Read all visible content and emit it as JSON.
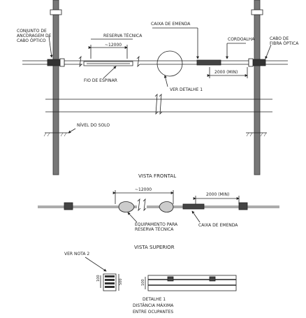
{
  "front_view": {
    "conjunto_l1": "CONJUNTO DE",
    "conjunto_l2": "ANCORAGEM DE",
    "conjunto_l3": "CABO ÓPTICO",
    "reserva_tecnica": "RESERVA TÉCNICA",
    "dim_12000": "~12000",
    "caixa_emenda": "CAIXA DE EMENDA",
    "cordoalha": "CORDOALHA",
    "cabo_fibra_l1": "CABO DE",
    "cabo_fibra_l2": "FIBRA ÓPTICA",
    "dim_2000": "2000 (MIN)",
    "fio_espinar": "FIO DE ESPINAR",
    "ver_detalhe": "VER DETALHE 1",
    "nivel_solo": "NÍVEL DO SOLO",
    "title": "VISTA FRONTAL"
  },
  "top_view": {
    "dim_12000": "~12000",
    "dim_2000": "2000 (MIN)",
    "equipamento_l1": "EQUIPAMENTO PARA",
    "equipamento_l2": "RESERVA TÉCNICA",
    "caixa_emenda": "CAIXA DE EMENDA",
    "title": "VISTA SUPERIOR"
  },
  "details": {
    "ver_nota": "VER NOTA 2",
    "dim_100": "100",
    "dim_500": "500",
    "dim_100_right": "100",
    "detalhe_l1": "DETALHE 1",
    "detalhe_l2": "DISTÂNCIA MÁXIMA",
    "detalhe_l3": "ENTRE OCUPANTES"
  },
  "colors": {
    "line": "#222222",
    "pole": "#555555"
  }
}
